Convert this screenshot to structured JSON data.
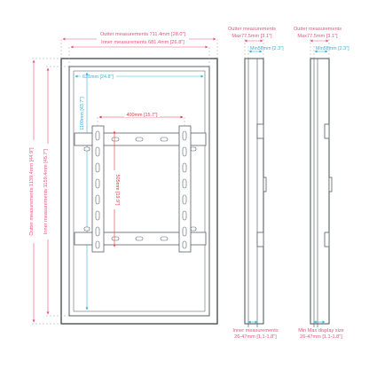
{
  "front": {
    "outer_width": "Outter measurements 711.4mm [28.0\"]",
    "inner_width": "Inner measurements 681.4mm [26.8\"]",
    "outer_height": "Outter measurements 1139.4mm [44.9\"]",
    "inner_height": "Inner measurements 1159.4mm [45.7\"]",
    "screen_width": "631mm [24.8\"]",
    "screen_height": "1109mm [43.7\"]",
    "vesa_width": "400mm [15.7\"]",
    "vesa_height": "505mm [19.9\"]"
  },
  "side_left": {
    "title": "Outter measurements",
    "max_depth": "Max77.5mm [3.1\"]",
    "min_depth": "Min58mm [2.3\"]",
    "bottom_title": "Inner measurements",
    "bottom_value": "26-47mm [1.1-1.8\"]"
  },
  "side_right": {
    "title": "Outter measurements",
    "max_depth": "Max77.5mm [3.1\"]",
    "min_depth": "Min58mm [2.3\"]",
    "bottom_title": "Min Max display size",
    "bottom_value": "26-47mm [1.1-1.8\"]"
  },
  "colors": {
    "outer_dimension": "#e8557a",
    "inner_dimension": "#2bb6d6",
    "vesa_dimension": "#d9404a",
    "frame": "#4a4f55"
  }
}
